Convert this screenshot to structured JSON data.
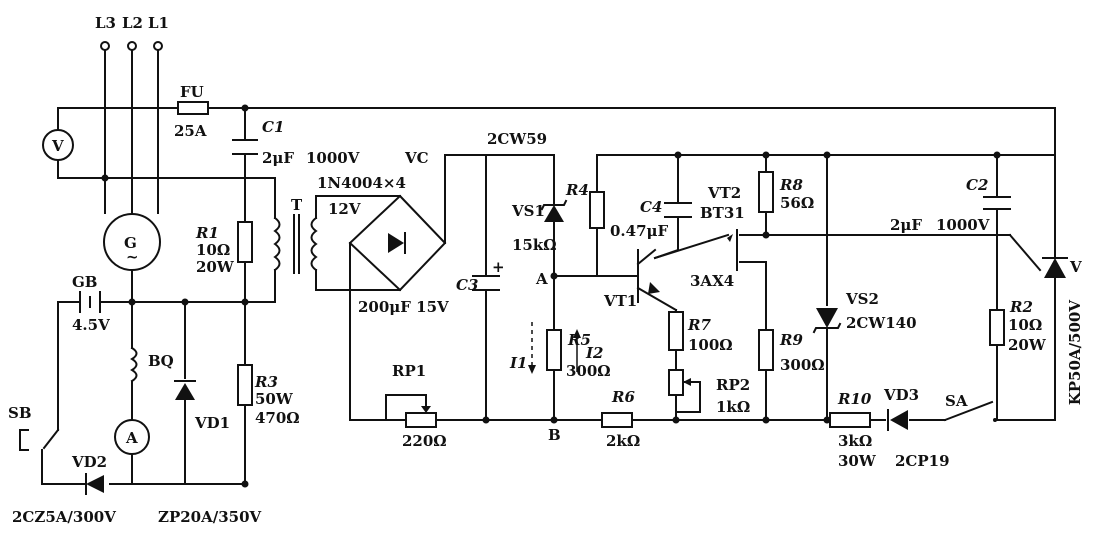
{
  "labels": {
    "L3": "L3",
    "L2": "L2",
    "L1": "L1",
    "FU": "FU",
    "FU_val": "25A",
    "V_meter": "V",
    "C1": "C1",
    "C1_val": "2μF",
    "C1_volt": "1000V",
    "VC": "VC",
    "bridge": "1N4004×4",
    "T": "T",
    "T_volt": "12V",
    "G": "G",
    "G_sym": "~",
    "R1": "R1",
    "R1_val": "10Ω",
    "R1_pow": "20W",
    "GB": "GB",
    "GB_val": "4.5V",
    "BQ": "BQ",
    "A_meter": "A",
    "SB": "SB",
    "VD1": "VD1",
    "VD2": "VD2",
    "VD2_part": "2CZ5A/300V",
    "R3": "R3",
    "R3_pow": "50W",
    "R3_val": "470Ω",
    "VD1_part": "ZP20A/350V",
    "C3": "C3",
    "C3_val": "200μF 15V",
    "RP1": "RP1",
    "RP1_val": "220Ω",
    "VS1_part": "2CW59",
    "VS1": "VS1",
    "R4": "R4",
    "R4_val": "15kΩ",
    "node_A": "A",
    "node_B": "B",
    "R5": "R5",
    "R5_val": "300Ω",
    "I1": "I1",
    "I2": "I2",
    "C4": "C4",
    "C4_val": "0.47μF",
    "VT1": "VT1",
    "VT1_part": "3AX4",
    "VT2": "VT2",
    "VT2_part": "BT31",
    "R6": "R6",
    "R6_val": "2kΩ",
    "R7": "R7",
    "R7_val": "100Ω",
    "RP2": "RP2",
    "RP2_val": "1kΩ",
    "R8": "R8",
    "R8_val": "56Ω",
    "R9": "R9",
    "R9_val": "300Ω",
    "VS2": "VS2",
    "VS2_part": "2CW140",
    "R10": "R10",
    "R10_val": "3kΩ",
    "R10_pow": "30W",
    "VD3": "VD3",
    "VD3_part": "2CP19",
    "SA": "SA",
    "C2": "C2",
    "C2_val": "2μF",
    "C2_volt": "1000V",
    "V_thy": "V",
    "V_thy_part": "KP50A/500V",
    "R2": "R2",
    "R2_val": "10Ω",
    "R2_pow": "20W"
  },
  "icons": [
    "generator-icon",
    "voltmeter-icon",
    "ammeter-icon",
    "battery-icon",
    "thyristor-icon",
    "diode-icon",
    "zener-icon",
    "resistor-icon",
    "capacitor-icon",
    "transformer-icon",
    "inductor-icon",
    "transistor-icon",
    "potentiometer-icon",
    "switch-icon"
  ]
}
